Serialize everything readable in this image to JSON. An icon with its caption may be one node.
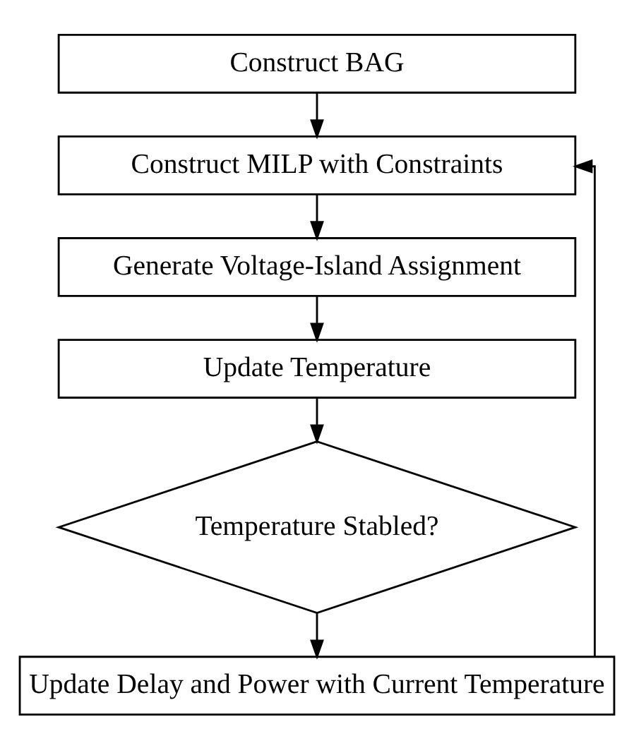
{
  "diagram": {
    "nodes": [
      {
        "text": [
          "Construct BAG"
        ]
      },
      {
        "text": [
          "Construct MILP with Constraints"
        ]
      },
      {
        "text": [
          "Generate Voltage-Island Assignment"
        ]
      },
      {
        "text": [
          "Update Temperature"
        ]
      },
      {
        "text": [
          "Temperature Stabled?"
        ]
      },
      {
        "text": [
          "Update Delay and Power with Current Temperature"
        ]
      }
    ],
    "edges": [
      {
        "from": 0,
        "to": 1,
        "arrow": "to"
      },
      {
        "from": 1,
        "to": 2,
        "arrow": "to"
      },
      {
        "from": 2,
        "to": 3,
        "arrow": "to"
      },
      {
        "from": 3,
        "to": 4,
        "arrow": "to"
      },
      {
        "from": 4,
        "to": 5,
        "arrow": "to"
      },
      {
        "from": 5,
        "to": 1,
        "arrow": "to"
      }
    ]
  }
}
